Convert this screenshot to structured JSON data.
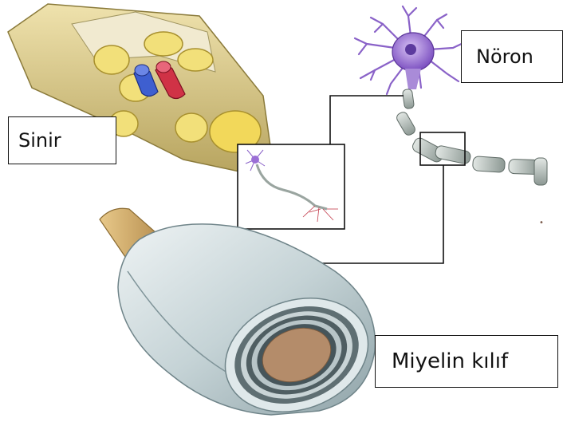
{
  "labels": {
    "nerve": "Sinir",
    "neuron": "Nöron",
    "myelin_sheath": "Miyelin kılıf"
  },
  "colors": {
    "nerve_outer": "#d9c98a",
    "nerve_fascicle": "#e8cf4a",
    "artery": "#cc3344",
    "vein": "#3355cc",
    "neuron_body": "#9b6fd6",
    "axon": "#a9b3ae",
    "myelin": "#c9d6d9",
    "axon_core": "#b48c6a",
    "connector_lines": "#222222"
  }
}
